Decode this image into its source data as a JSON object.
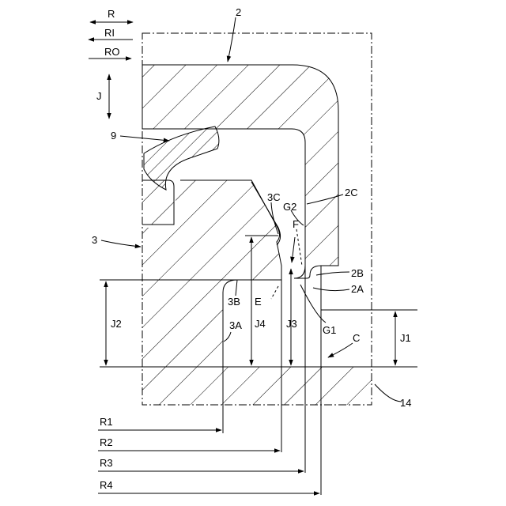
{
  "figure": {
    "labels": {
      "R": "R",
      "RI": "RI",
      "RO": "RO",
      "J": "J",
      "n2": "2",
      "n9": "9",
      "n3": "3",
      "n3C": "3C",
      "G2": "G2",
      "n2C": "2C",
      "F": "F",
      "n2B": "2B",
      "n2A": "2A",
      "n3B": "3B",
      "E": "E",
      "n3A": "3A",
      "G1": "G1",
      "C": "C",
      "J1": "J1",
      "J2": "J2",
      "J3": "J3",
      "J4": "J4",
      "n14": "14",
      "R1": "R1",
      "R2": "R2",
      "R3": "R3",
      "R4": "R4"
    }
  }
}
